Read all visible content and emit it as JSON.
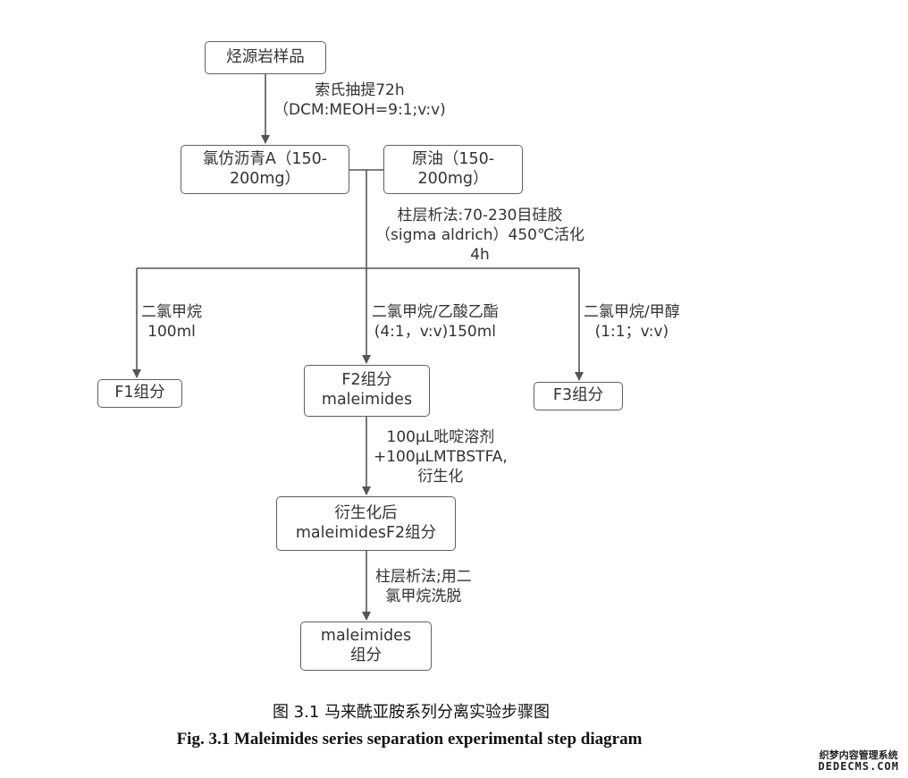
{
  "nodes": {
    "sample": "烃源岩样品",
    "bitumen": [
      "氯仿沥青A（150-",
      "200mg）"
    ],
    "crude": [
      "原油（150-",
      "200mg）"
    ],
    "f1": "F1组分",
    "f2": [
      "F2组分",
      "maleimides"
    ],
    "f3": "F3组分",
    "derivatized": [
      "衍生化后",
      "maleimidesF2组分"
    ],
    "final": [
      "maleimides",
      "组分"
    ]
  },
  "labels": {
    "soxhlet": [
      "索氏抽提72h",
      "（DCM:MEOH=9:1;v:v)"
    ],
    "column": [
      "柱层析法:70-230目硅胶",
      "（sigma aldrich）450℃活化",
      "4h"
    ],
    "elute_f1": [
      "二氯甲烷",
      "100ml"
    ],
    "elute_f2": [
      "二氯甲烷/乙酸乙酯",
      "(4:1，v:v)150ml"
    ],
    "elute_f3": [
      "二氯甲烷/甲醇",
      "(1:1；v:v)"
    ],
    "derivatize": [
      "100μL吡啶溶剂",
      "+100μLMTBSTFA,",
      "衍生化"
    ],
    "column2": [
      "柱层析法;用二",
      "氯甲烷洗脱"
    ]
  },
  "caption": {
    "cn": "图 3.1  马来酰亚胺系列分离实验步骤图",
    "en": "Fig. 3.1 Maleimides series separation experimental step diagram"
  },
  "watermark": {
    "line1": "织梦内容管理系统",
    "line2": "DEDECMS.COM"
  },
  "colors": {
    "line": "#555555",
    "border": "#5f5f5f",
    "text": "#333333"
  }
}
